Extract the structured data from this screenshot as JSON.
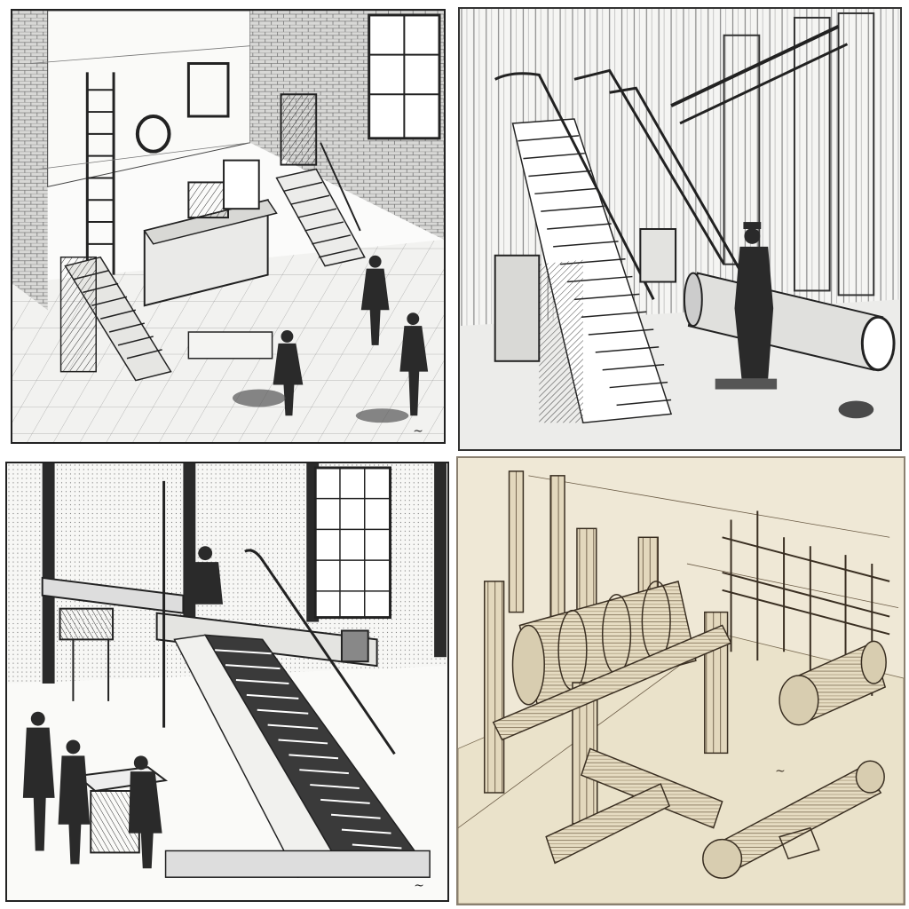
{
  "panels": [
    {
      "id": "p1",
      "subject": "isometric-workshop-with-stairs-and-figures",
      "signature": "~"
    },
    {
      "id": "p2",
      "subject": "grand-staircase-with-man-and-cylinder",
      "signature": ""
    },
    {
      "id": "p3",
      "subject": "factory-stairs-with-workers-at-desk",
      "signature": "~"
    },
    {
      "id": "p4",
      "subject": "timber-machinery-and-rollers-on-parchment",
      "signature": "~"
    }
  ],
  "colors": {
    "ink": "#1a1a1a",
    "paper_white": "#fbfbfa",
    "parchment": "#efe8d6",
    "sepia_ink": "#3a2f22"
  }
}
